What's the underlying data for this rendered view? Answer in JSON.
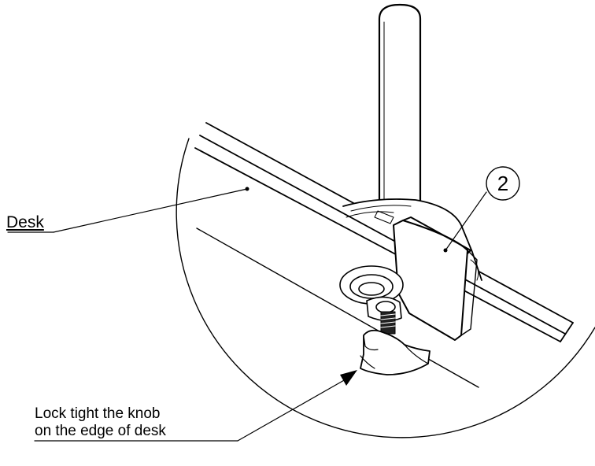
{
  "labels": {
    "desk": "Desk",
    "part_number": "2",
    "instruction_line_1": "Lock tight the knob",
    "instruction_line_2": "on the edge of desk"
  },
  "colors": {
    "line": "#000000",
    "background": "#ffffff"
  }
}
